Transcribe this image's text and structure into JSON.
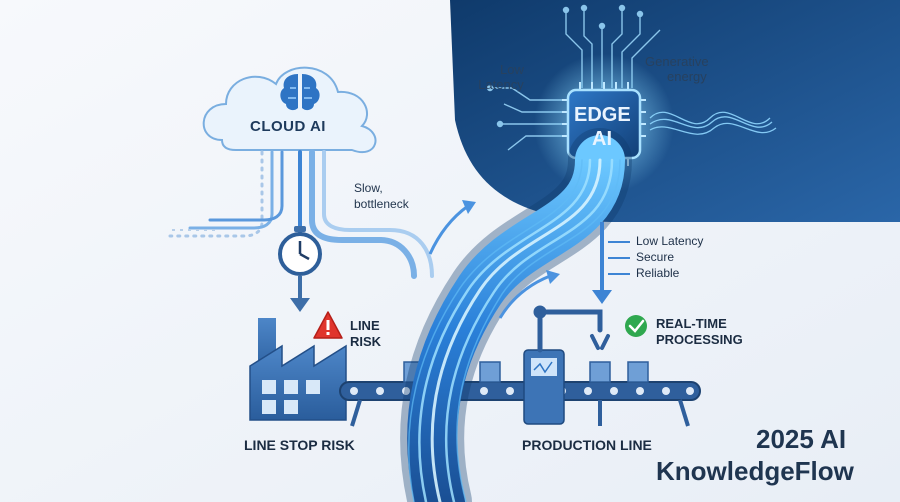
{
  "cloud": {
    "label": "CLOUD AI",
    "icon": "brain-icon"
  },
  "edge": {
    "line1": "EDGE",
    "line2": "AI",
    "icon": "chip-icon"
  },
  "edge_top_left": {
    "line1": "Low",
    "line2": "Latency"
  },
  "edge_top_right": {
    "line1": "Generative",
    "line2": "energy"
  },
  "cloud_path_note": {
    "line1": "Slow,",
    "line2": "bottleneck"
  },
  "edge_benefits": [
    "Low Latency",
    "Secure",
    "Reliable"
  ],
  "risk": {
    "line1": "LINE",
    "line2": "RISK",
    "icon": "warning-icon"
  },
  "realtime": {
    "line1": "REAL-TIME",
    "line2": "PROCESSING",
    "icon": "check-icon"
  },
  "captions": {
    "left": "LINE STOP RISK",
    "right": "PRODUCTION LINE"
  },
  "brand": {
    "line1": "2025 AI",
    "line2": "KnowledgeFlow"
  },
  "colors": {
    "navy_panel": "#1d4f86",
    "accent_blue": "#3d8ee6",
    "cyan_glow": "#7fd3ff",
    "warning_red": "#e0342c",
    "check_green": "#2fa84f"
  }
}
